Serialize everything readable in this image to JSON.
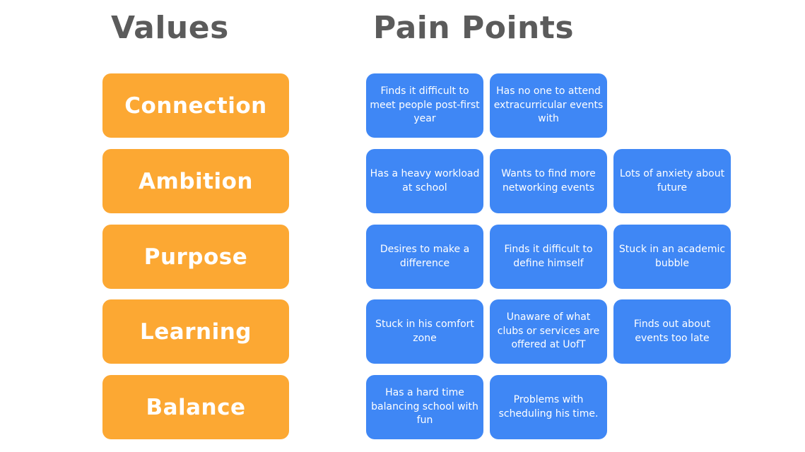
{
  "headings": {
    "values": "Values",
    "pain_points": "Pain Points"
  },
  "colors": {
    "value_card": "#fca833",
    "pain_card": "#3f87f5",
    "heading": "#5b5b5b",
    "background": "#ffffff"
  },
  "rows": [
    {
      "value": "Connection",
      "pains": [
        "Finds it difficult to meet people post-first year",
        "Has no one to attend extracurricular events with"
      ]
    },
    {
      "value": "Ambition",
      "pains": [
        "Has a heavy workload at school",
        "Wants to find more networking events",
        "Lots of anxiety about future"
      ]
    },
    {
      "value": "Purpose",
      "pains": [
        "Desires to make a difference",
        "Finds it difficult to define himself",
        "Stuck in an academic bubble"
      ]
    },
    {
      "value": "Learning",
      "pains": [
        "Stuck in his comfort zone",
        "Unaware of what clubs or services are offered at UofT",
        "Finds out about events too late"
      ]
    },
    {
      "value": "Balance",
      "pains": [
        "Has a hard time balancing school with fun",
        "Problems with scheduling his time."
      ]
    }
  ]
}
